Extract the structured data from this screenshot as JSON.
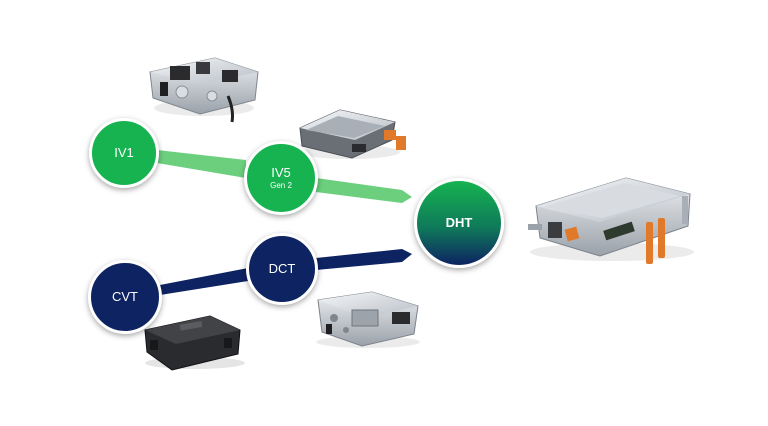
{
  "nodes": {
    "iv1": {
      "label": "IV1"
    },
    "iv5": {
      "label": "IV5",
      "sublabel": "Gen 2"
    },
    "cvt": {
      "label": "CVT"
    },
    "dct": {
      "label": "DCT"
    },
    "dht": {
      "label": "DHT"
    }
  },
  "colors": {
    "green": "#16b350",
    "green_arrow": "#6ccf7e",
    "navy": "#0d2362",
    "aluminum": "#c9ced4",
    "black_housing": "#2a2b2e",
    "orange_connector": "#e07a2a"
  },
  "product_images": [
    {
      "name": "hydraulic-control-module",
      "depicts": "green-path product"
    },
    {
      "name": "iv5-controller",
      "depicts": "green-path product"
    },
    {
      "name": "cvt-controller",
      "depicts": "navy-path product"
    },
    {
      "name": "dct-controller",
      "depicts": "navy-path product"
    },
    {
      "name": "dht-power-electronics",
      "depicts": "DHT product"
    }
  ]
}
